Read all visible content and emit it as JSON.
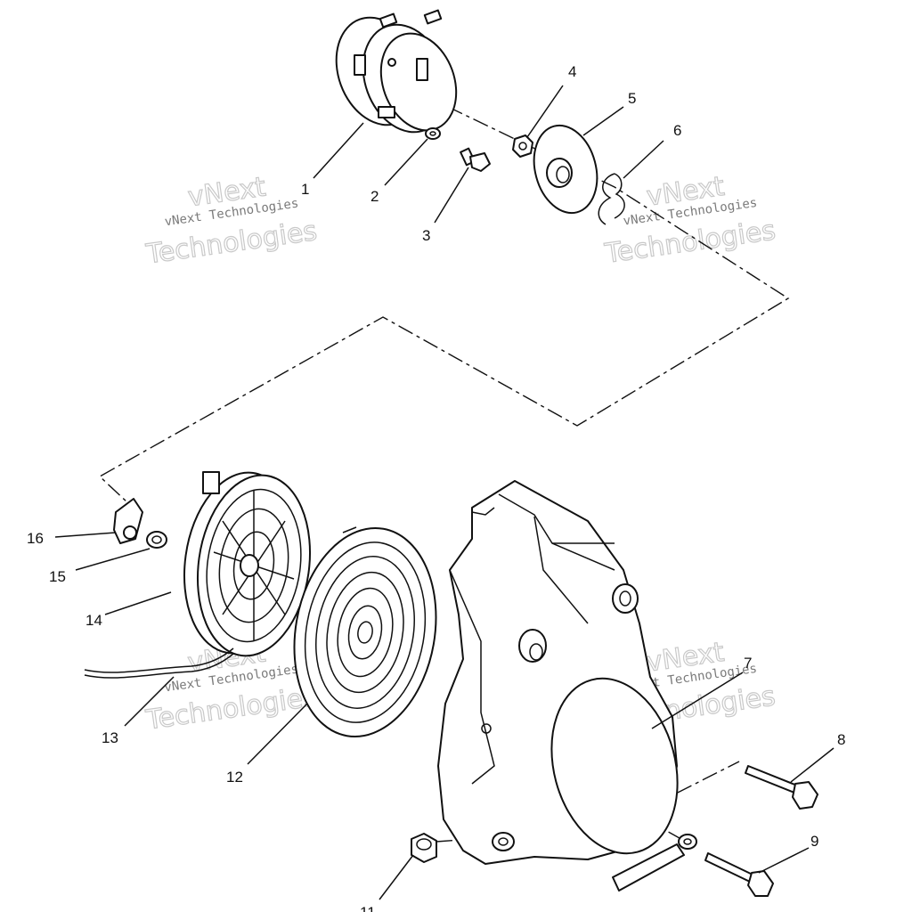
{
  "watermark": {
    "brand_small": "vNext Technologies",
    "brand_big_1": "vNext",
    "brand_big_2": "Technologies"
  },
  "callouts": [
    {
      "id": "1",
      "label": "1"
    },
    {
      "id": "2",
      "label": "2"
    },
    {
      "id": "3",
      "label": "3"
    },
    {
      "id": "4",
      "label": "4"
    },
    {
      "id": "5",
      "label": "5"
    },
    {
      "id": "6",
      "label": "6"
    },
    {
      "id": "7",
      "label": "7"
    },
    {
      "id": "8",
      "label": "8"
    },
    {
      "id": "9",
      "label": "9"
    },
    {
      "id": "11",
      "label": "11"
    },
    {
      "id": "12",
      "label": "12"
    },
    {
      "id": "13",
      "label": "13"
    },
    {
      "id": "14",
      "label": "14"
    },
    {
      "id": "15",
      "label": "15"
    },
    {
      "id": "16",
      "label": "16"
    }
  ]
}
